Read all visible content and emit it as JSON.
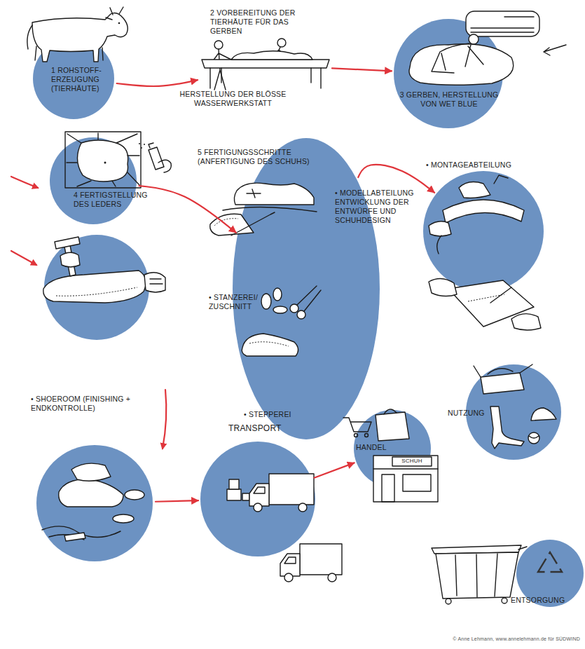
{
  "diagram": {
    "nodes": [
      {
        "text": [
          "1 ROHSTOFF- ERZEUGUNG (TIERHÄUTE)"
        ]
      },
      {
        "text": [
          "2 VORBEREITUNG DER TIERHÄUTE FÜR DAS GERBEN",
          "HERSTELLUNG DER BLÖSSE WASSERWERKSTATT"
        ]
      },
      {
        "text": [
          "3 GERBEN, HERSTELLUNG VON WET BLUE"
        ]
      },
      {
        "text": [
          "4 FERTIGSTELLUNG DES LEDERS"
        ]
      },
      {
        "text": [
          "5 FERTIGUNGSSCHRITTE (ANFERTIGUNG DES SCHUHS)",
          "• MODELLABTEILUNG ENTWICKLUNG DER ENTWÜRFE UND SCHUHDESIGN",
          "• STANZEREI/ ZUSCHNITT",
          "• STEPPEREI"
        ]
      },
      {
        "text": [
          "• MONTAGEABTEILUNG"
        ]
      },
      {
        "text": [
          "• SHOEROOM (FINISHING + ENDKONTROLLE)"
        ]
      },
      {
        "text": [
          "TRANSPORT"
        ]
      },
      {
        "text": [
          "HANDEL"
        ]
      },
      {
        "text": [
          "NUTZUNG"
        ]
      },
      {
        "text": [
          "ENTSORGUNG"
        ]
      }
    ],
    "edges": [
      {
        "from": 0,
        "to": 1,
        "arrow": "to"
      },
      {
        "from": 1,
        "to": 2,
        "arrow": "to"
      },
      {
        "from": 3,
        "to": 4,
        "arrow": "to"
      },
      {
        "from": 4,
        "to": 5,
        "arrow": "to"
      },
      {
        "from": 6,
        "to": 7,
        "arrow": "to"
      },
      {
        "from": 7,
        "to": 8,
        "arrow": "to"
      }
    ],
    "labels": [
      "SCHUH",
      "© Anne Lehmann, www.annelehmann.de für SÜDWIND"
    ]
  }
}
